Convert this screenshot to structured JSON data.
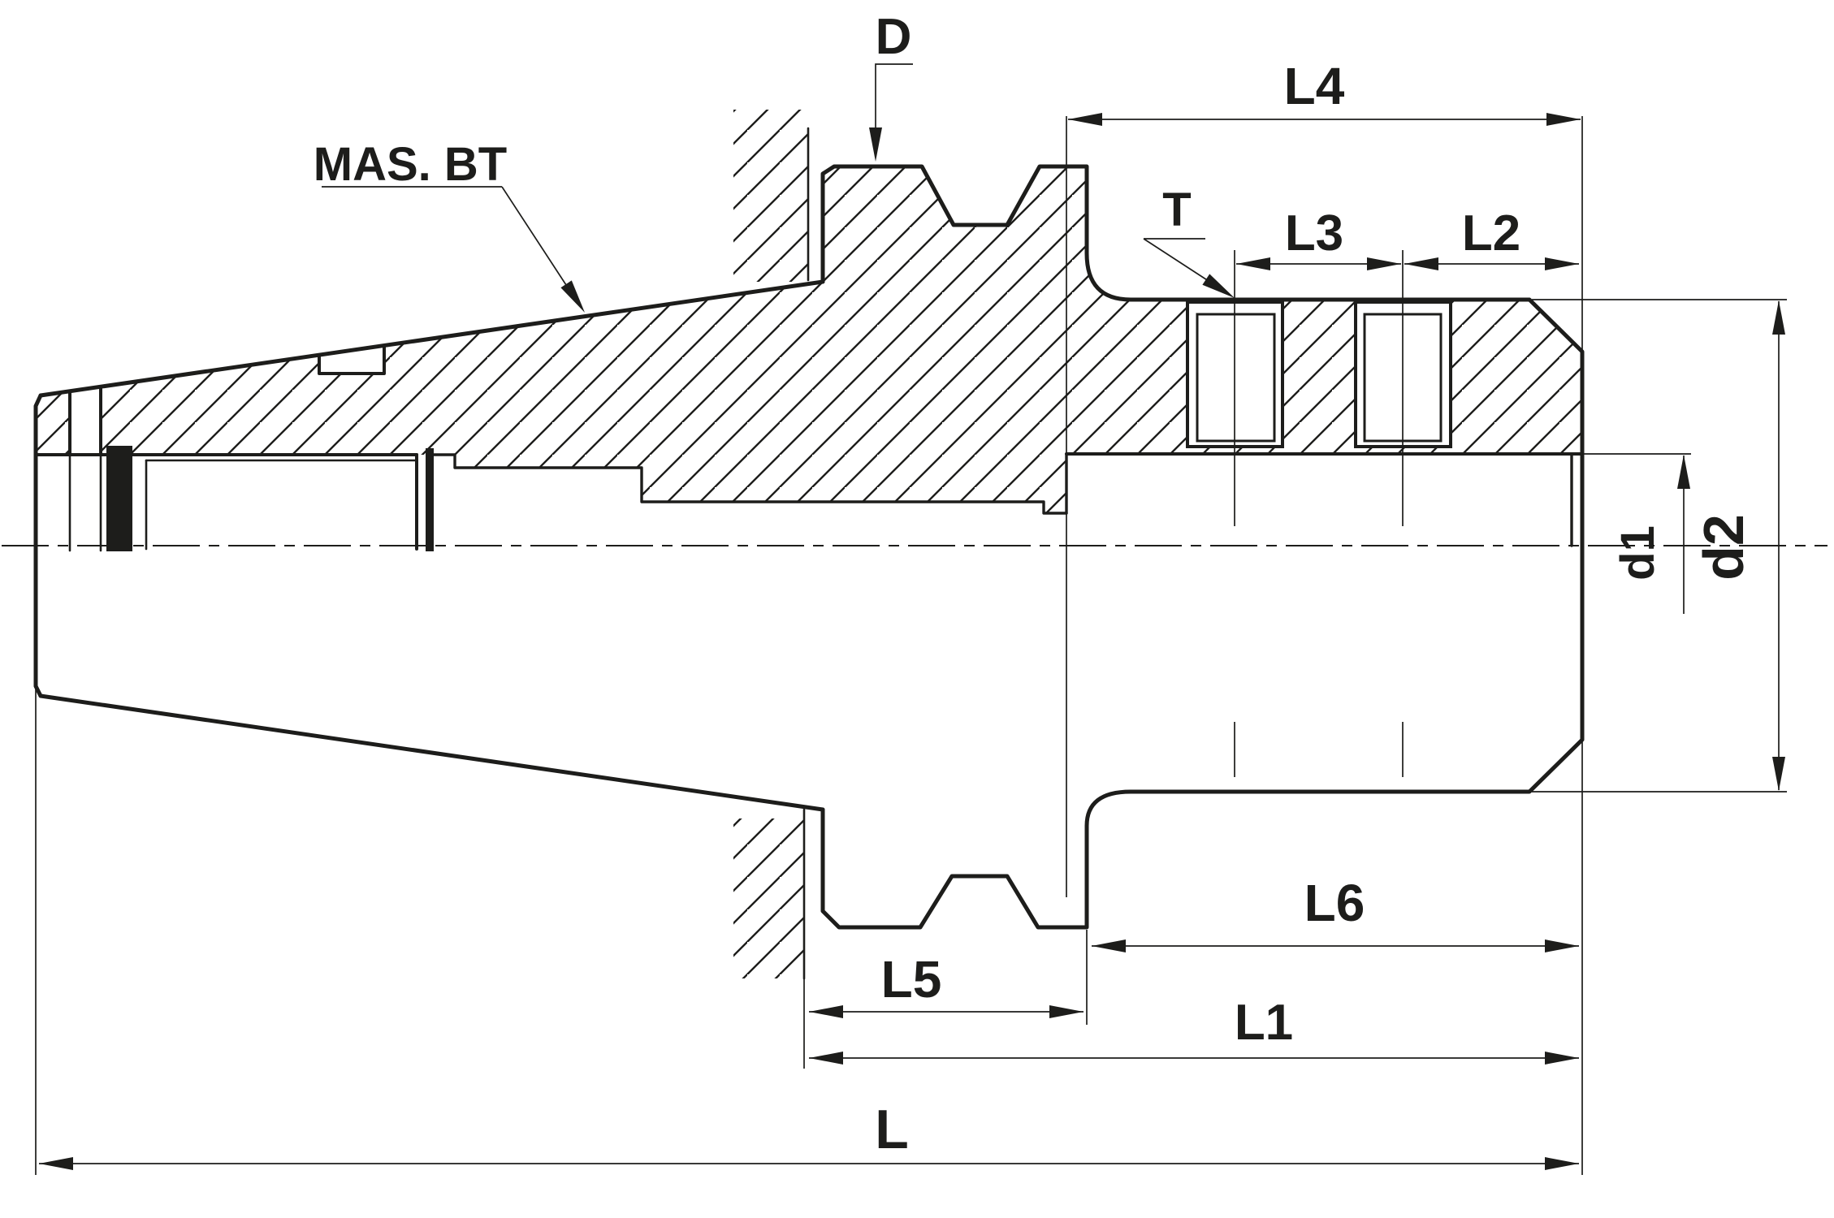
{
  "drawing_type": "technical-dimension-drawing",
  "subject": "MAS BT taper milling-chuck tool holder, half-section side view",
  "colors": {
    "ink": "#1d1d1b",
    "background": "#ffffff"
  },
  "standard_label": {
    "text": "MAS. BT"
  },
  "dimension_labels": {
    "d": "D",
    "l4": "L4",
    "t": "T",
    "l3": "L3",
    "l2": "L2",
    "d1": "d1",
    "d2": "d2",
    "l6": "L6",
    "l5": "L5",
    "l1": "L1",
    "l": "L"
  }
}
